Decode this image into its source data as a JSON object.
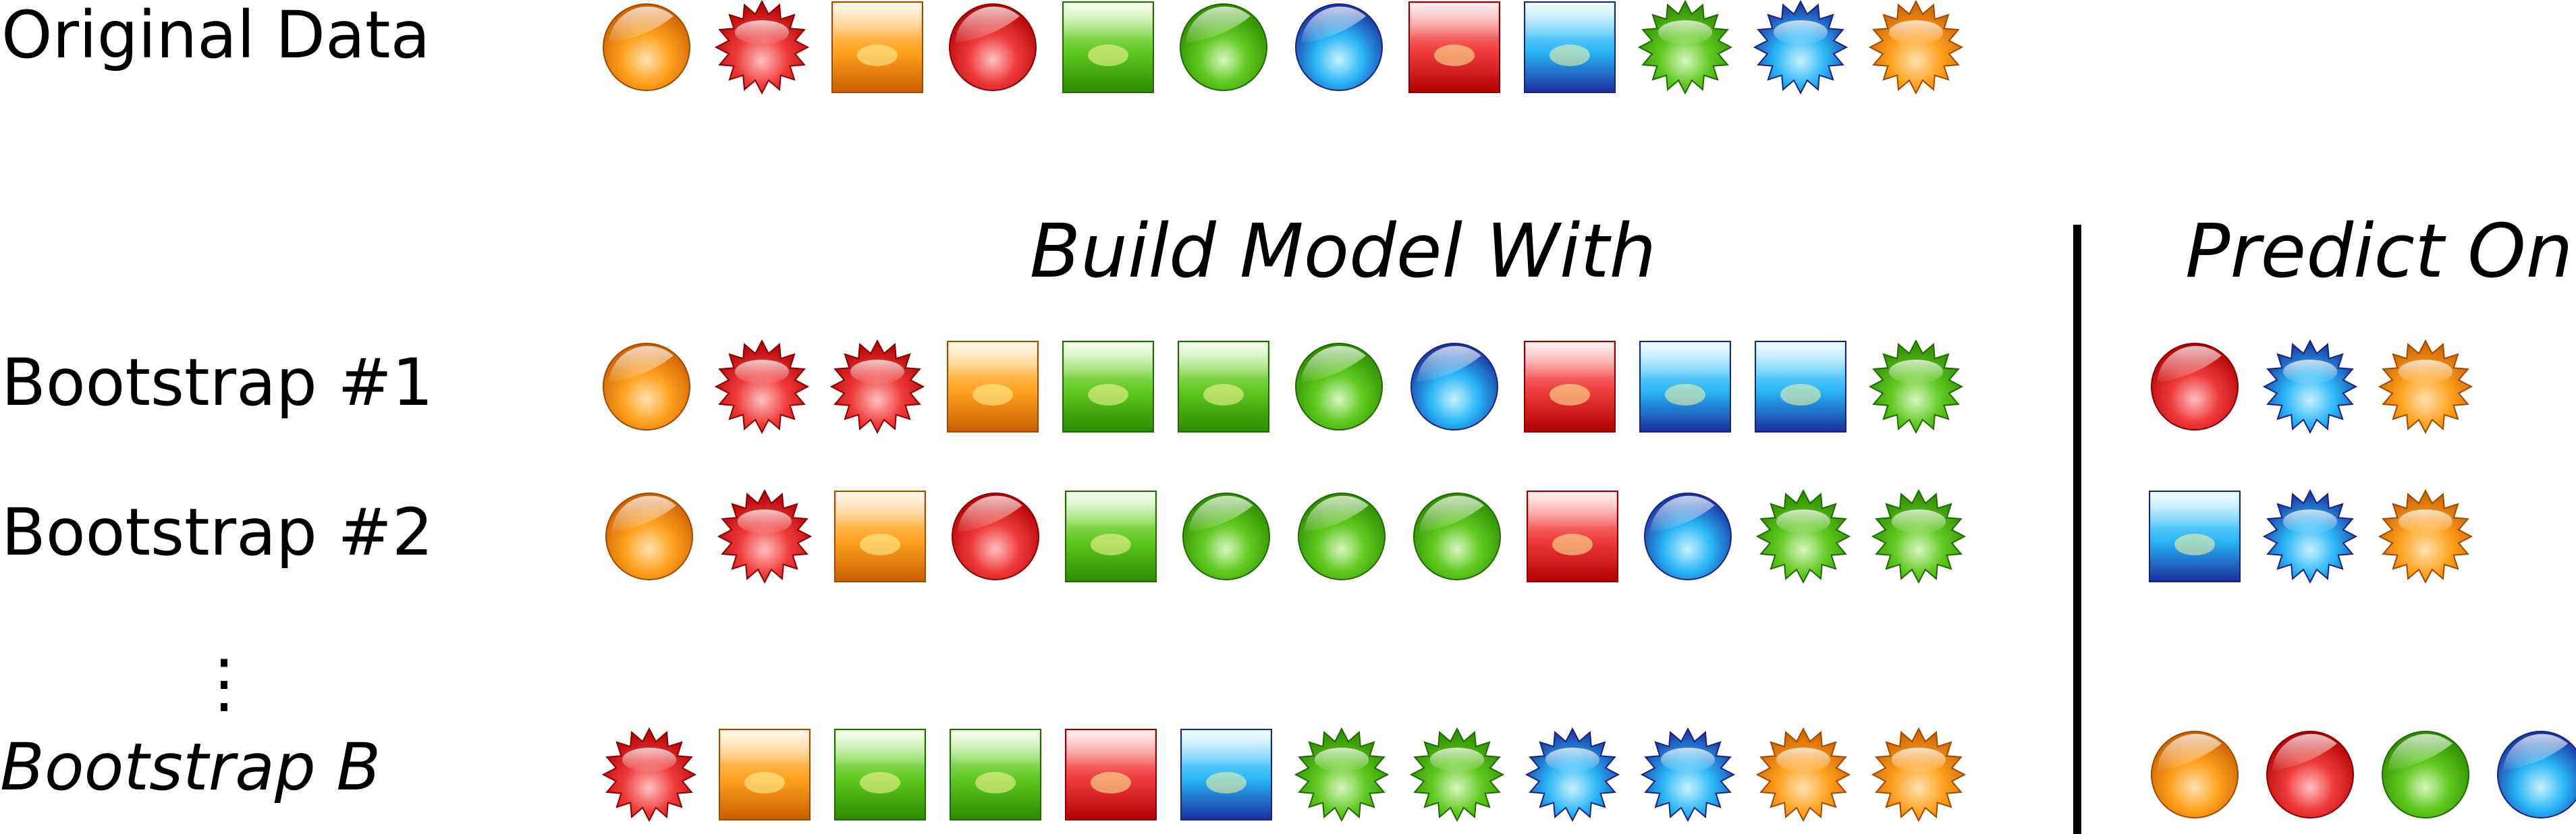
{
  "labels": {
    "original": "Original Data",
    "build": "Build Model With",
    "predict": "Predict On",
    "bootstrap1": "Bootstrap #1",
    "bootstrap2": "Bootstrap #2",
    "ellipsis": "⋮",
    "bootstrapB": "Bootstrap B"
  },
  "colors": {
    "orange": [
      "#ffe2b0",
      "#ffa21f",
      "#ca5e00",
      "#a04a00"
    ],
    "red": [
      "#ffc0c0",
      "#ef3b3b",
      "#b20000",
      "#8a0000"
    ],
    "green": [
      "#d8f7c0",
      "#5fc81f",
      "#2c8a00",
      "#1f6a00"
    ],
    "blue": [
      "#c8f1ff",
      "#29b6f6",
      "#1a2f9e",
      "#1a237e"
    ]
  },
  "rows": {
    "original": [
      {
        "shape": "circle",
        "color": "orange"
      },
      {
        "shape": "star",
        "color": "red"
      },
      {
        "shape": "square",
        "color": "orange"
      },
      {
        "shape": "circle",
        "color": "red"
      },
      {
        "shape": "square",
        "color": "green"
      },
      {
        "shape": "circle",
        "color": "green"
      },
      {
        "shape": "circle",
        "color": "blue"
      },
      {
        "shape": "square",
        "color": "red"
      },
      {
        "shape": "square",
        "color": "blue"
      },
      {
        "shape": "star",
        "color": "green"
      },
      {
        "shape": "star",
        "color": "blue"
      },
      {
        "shape": "star",
        "color": "orange"
      }
    ],
    "bootstrap1_build": [
      {
        "shape": "circle",
        "color": "orange"
      },
      {
        "shape": "star",
        "color": "red"
      },
      {
        "shape": "star",
        "color": "red"
      },
      {
        "shape": "square",
        "color": "orange"
      },
      {
        "shape": "square",
        "color": "green"
      },
      {
        "shape": "square",
        "color": "green"
      },
      {
        "shape": "circle",
        "color": "green"
      },
      {
        "shape": "circle",
        "color": "blue"
      },
      {
        "shape": "square",
        "color": "red"
      },
      {
        "shape": "square",
        "color": "blue"
      },
      {
        "shape": "square",
        "color": "blue"
      },
      {
        "shape": "star",
        "color": "green"
      }
    ],
    "bootstrap1_predict": [
      {
        "shape": "circle",
        "color": "red"
      },
      {
        "shape": "star",
        "color": "blue"
      },
      {
        "shape": "star",
        "color": "orange"
      }
    ],
    "bootstrap2_build": [
      {
        "shape": "circle",
        "color": "orange"
      },
      {
        "shape": "star",
        "color": "red"
      },
      {
        "shape": "square",
        "color": "orange"
      },
      {
        "shape": "circle",
        "color": "red"
      },
      {
        "shape": "square",
        "color": "green"
      },
      {
        "shape": "circle",
        "color": "green"
      },
      {
        "shape": "circle",
        "color": "green"
      },
      {
        "shape": "circle",
        "color": "green"
      },
      {
        "shape": "square",
        "color": "red"
      },
      {
        "shape": "circle",
        "color": "blue"
      },
      {
        "shape": "star",
        "color": "green"
      },
      {
        "shape": "star",
        "color": "green"
      }
    ],
    "bootstrap2_predict": [
      {
        "shape": "square",
        "color": "blue"
      },
      {
        "shape": "star",
        "color": "blue"
      },
      {
        "shape": "star",
        "color": "orange"
      }
    ],
    "bootstrapB_build": [
      {
        "shape": "star",
        "color": "red"
      },
      {
        "shape": "square",
        "color": "orange"
      },
      {
        "shape": "square",
        "color": "green"
      },
      {
        "shape": "square",
        "color": "green"
      },
      {
        "shape": "square",
        "color": "red"
      },
      {
        "shape": "square",
        "color": "blue"
      },
      {
        "shape": "star",
        "color": "green"
      },
      {
        "shape": "star",
        "color": "green"
      },
      {
        "shape": "star",
        "color": "blue"
      },
      {
        "shape": "star",
        "color": "blue"
      },
      {
        "shape": "star",
        "color": "orange"
      },
      {
        "shape": "star",
        "color": "orange"
      }
    ],
    "bootstrapB_predict": [
      {
        "shape": "circle",
        "color": "orange"
      },
      {
        "shape": "circle",
        "color": "red"
      },
      {
        "shape": "circle",
        "color": "green"
      },
      {
        "shape": "circle",
        "color": "blue"
      }
    ]
  }
}
